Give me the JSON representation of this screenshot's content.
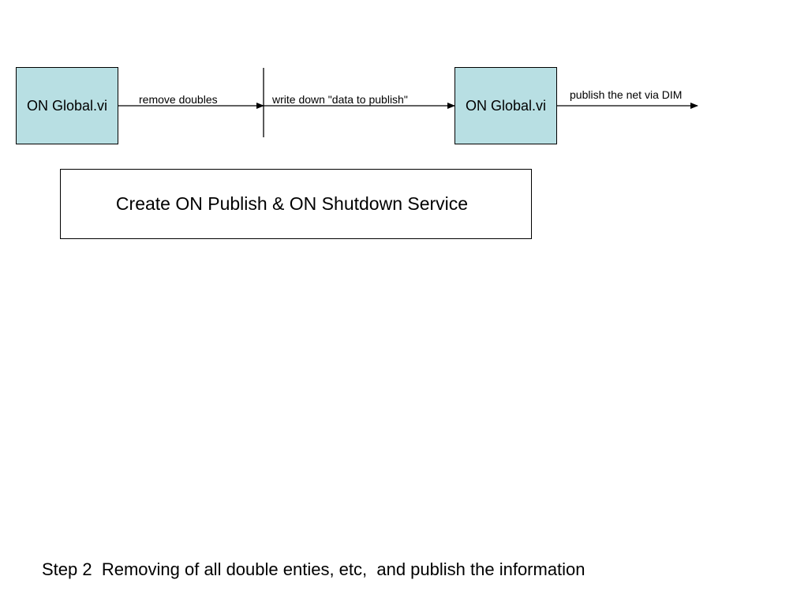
{
  "colors": {
    "node_fill": "#b8dfe3",
    "line": "#000000",
    "background": "#ffffff"
  },
  "diagram": {
    "nodes": [
      {
        "id": "source",
        "label": "ON Global.vi"
      },
      {
        "id": "target",
        "label": "ON Global.vi"
      }
    ],
    "edges": [
      {
        "from": "source",
        "to": "divider",
        "label": "remove doubles"
      },
      {
        "from": "divider",
        "to": "target",
        "label": "write down \"data to publish\""
      },
      {
        "from": "target",
        "to": "out",
        "label": "publish the net via DIM"
      }
    ]
  },
  "service_box": {
    "label": "Create ON Publish & ON Shutdown Service"
  },
  "caption": "Step 2  Removing of all double enties, etc,  and publish the information"
}
